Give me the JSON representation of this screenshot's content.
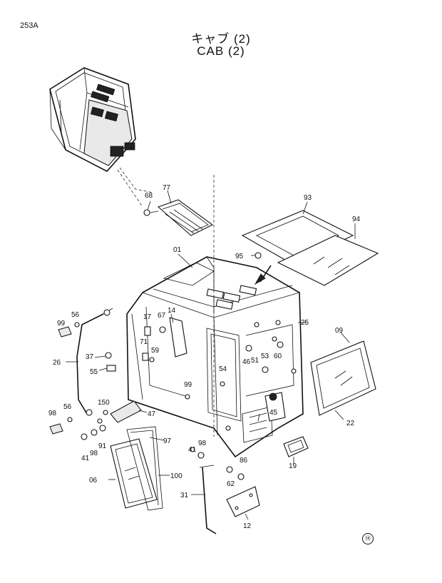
{
  "page_code": "253A",
  "title_jp": "キャブ (2)",
  "title_en": "CAB (2)",
  "corner_mark": "⑭",
  "callouts": [
    "01",
    "06",
    "09",
    "12",
    "14",
    "17",
    "19",
    "22",
    "25",
    "26",
    "31",
    "37",
    "41",
    "41",
    "45",
    "46",
    "47",
    "51",
    "53",
    "54",
    "55",
    "56",
    "56",
    "59",
    "60",
    "62",
    "67",
    "68",
    "71",
    "77",
    "86",
    "91",
    "93",
    "94",
    "95",
    "97",
    "98",
    "98",
    "99",
    "99",
    "100",
    "101",
    "150"
  ]
}
